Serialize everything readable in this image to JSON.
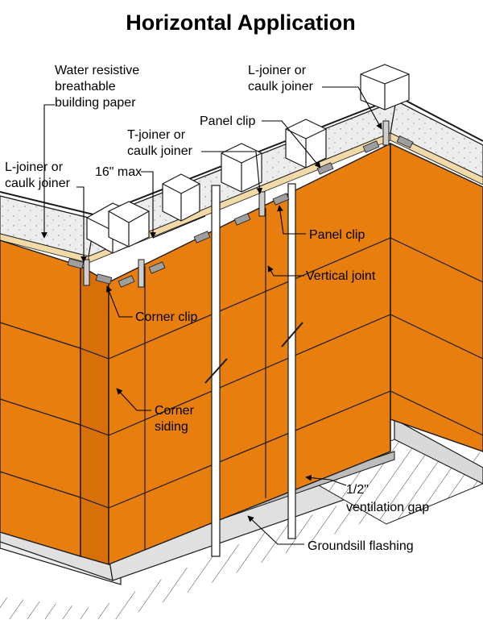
{
  "title": "Horizontal Application",
  "colors": {
    "panel": "#E87E0E",
    "panel_shade": "#D26F09",
    "sheathing": "#F1D9A8",
    "wall_top": "#EDEDED",
    "concrete": "#E2E2E2",
    "line": "#1A1A1A"
  },
  "labels": {
    "building_paper_1": "Water resistive",
    "building_paper_2": "breathable",
    "building_paper_3": "building paper",
    "l_joiner_left_1": "L-joiner or",
    "l_joiner_left_2": "caulk joiner",
    "spacing": "16\" max",
    "t_joiner_1": "T-joiner or",
    "t_joiner_2": "caulk joiner",
    "panel_clip_top": "Panel clip",
    "l_joiner_right_1": "L-joiner or",
    "l_joiner_right_2": "caulk joiner",
    "panel_clip_right": "Panel clip",
    "vertical_joint": "Vertical joint",
    "corner_clip": "Corner clip",
    "corner_siding_1": "Corner",
    "corner_siding_2": "siding",
    "vent_gap_1": "1/2\"",
    "vent_gap_2": "ventilation gap",
    "groundsill": "Groundsill flashing"
  }
}
